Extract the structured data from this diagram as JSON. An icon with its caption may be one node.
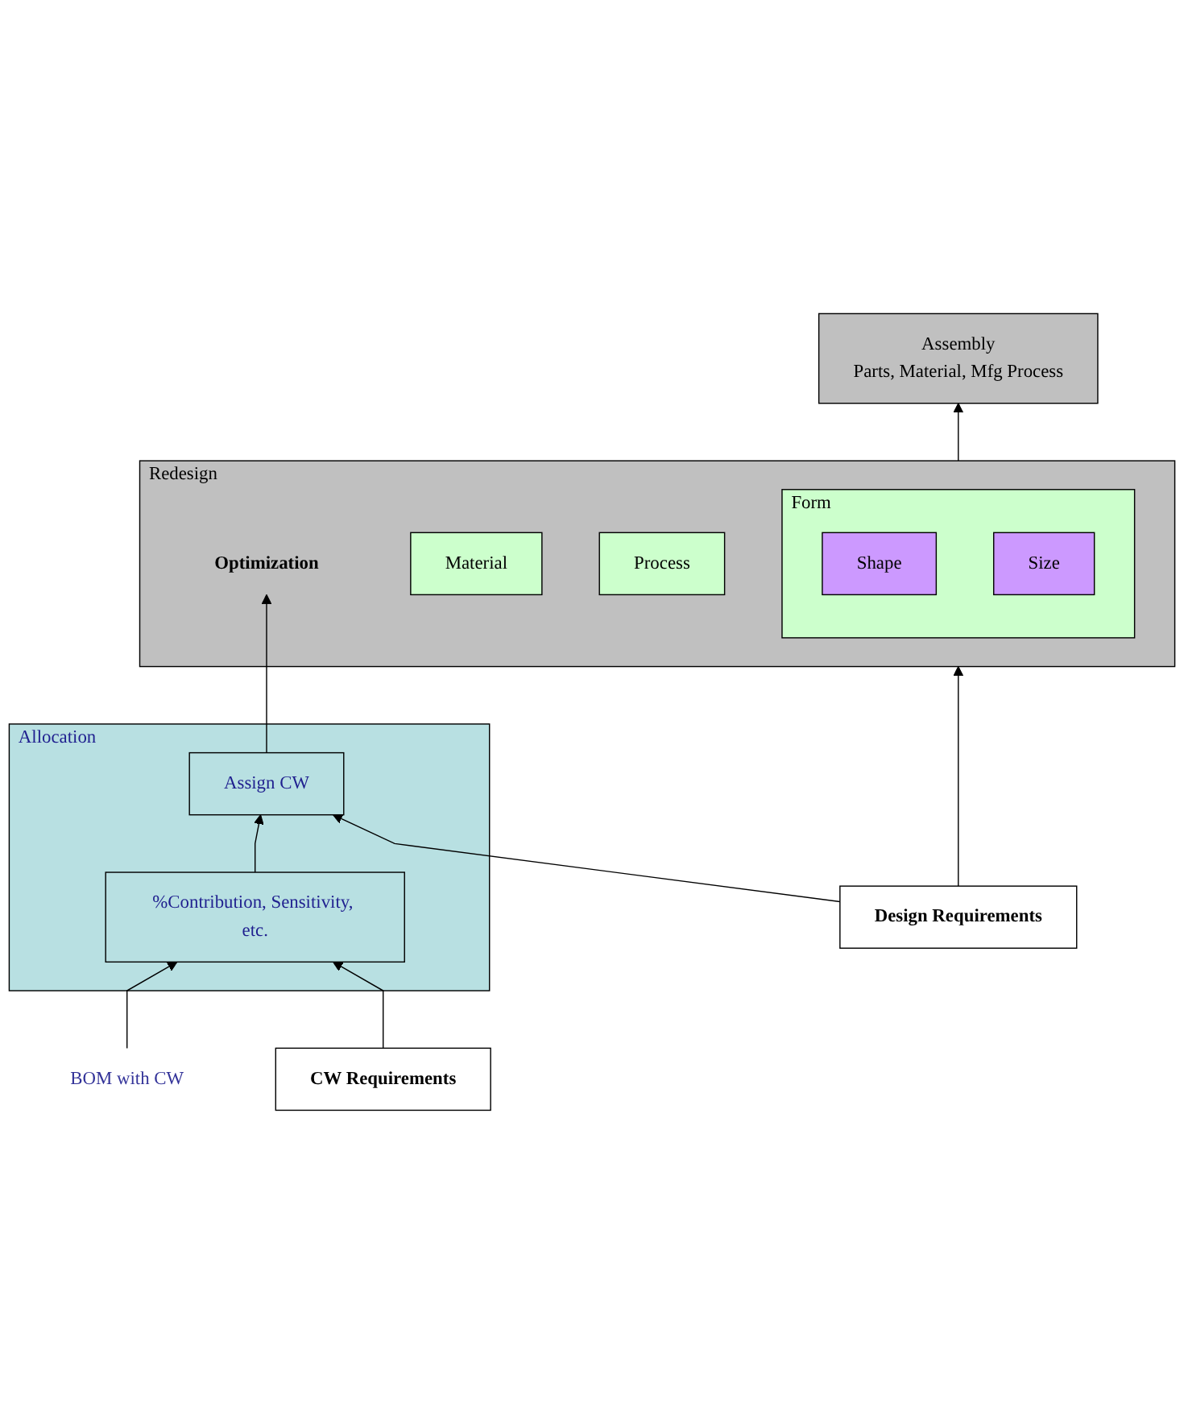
{
  "diagram": {
    "nodes": [
      {
        "text": [
          "Assembly",
          "Parts, Material, Mfg Process"
        ]
      },
      {
        "text": [
          "Redesign"
        ]
      },
      {
        "text": [
          "Form"
        ],
        "in": 1
      },
      {
        "text": [
          "Shape"
        ],
        "in": 2
      },
      {
        "text": [
          "Size"
        ],
        "in": 2
      },
      {
        "text": [
          "Material"
        ],
        "in": 1
      },
      {
        "text": [
          "Process"
        ],
        "in": 1
      },
      {
        "text": [
          "Optimization"
        ],
        "in": 1
      },
      {
        "text": [
          "Allocation"
        ]
      },
      {
        "text": [
          "Assign CW"
        ],
        "in": 8
      },
      {
        "text": [
          "%Contribution, Sensitivity, etc."
        ],
        "in": 8
      },
      {
        "text": [
          "Design Requirements"
        ]
      },
      {
        "text": [
          "CW Requirements"
        ]
      },
      {
        "text": [
          "BOM with CW"
        ]
      }
    ],
    "edges": [
      {
        "from": 1,
        "to": 0,
        "arrow": "to"
      },
      {
        "from": 9,
        "to": 7,
        "arrow": "to"
      },
      {
        "from": 10,
        "to": 9,
        "arrow": "to"
      },
      {
        "from": 11,
        "to": 1,
        "arrow": "to"
      },
      {
        "from": 11,
        "to": 9,
        "arrow": "to"
      },
      {
        "from": 13,
        "to": 10,
        "arrow": "to"
      },
      {
        "from": 12,
        "to": 10,
        "arrow": "to"
      }
    ]
  }
}
